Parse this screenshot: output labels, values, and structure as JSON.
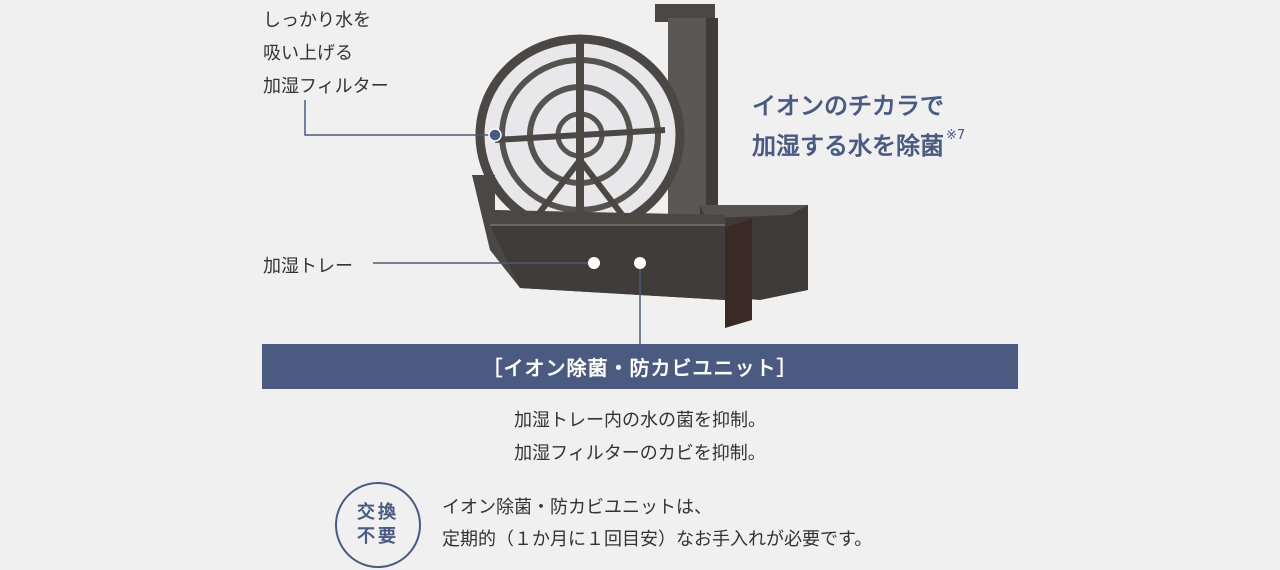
{
  "filter_label": [
    "しっかり水を",
    "吸い上げる",
    "加湿フィルター"
  ],
  "tray_label": "加湿トレー",
  "headline": {
    "line1": "イオンのチカラで",
    "line2": "加湿する水を除菌",
    "note": "※7"
  },
  "banner": "［イオン除菌・防カビユニット］",
  "description": [
    "加湿トレー内の水の菌を抑制。",
    "加湿フィルターのカビを抑制。"
  ],
  "badge": {
    "line1": "交換",
    "line2": "不要"
  },
  "badge_note": [
    "イオン除菌・防カビユニットは、",
    "定期的（１か月に１回目安）なお手入れが必要です。"
  ],
  "colors": {
    "accent": "#4a5a80",
    "background": "#f0f0f0",
    "product": "#4a4744"
  }
}
